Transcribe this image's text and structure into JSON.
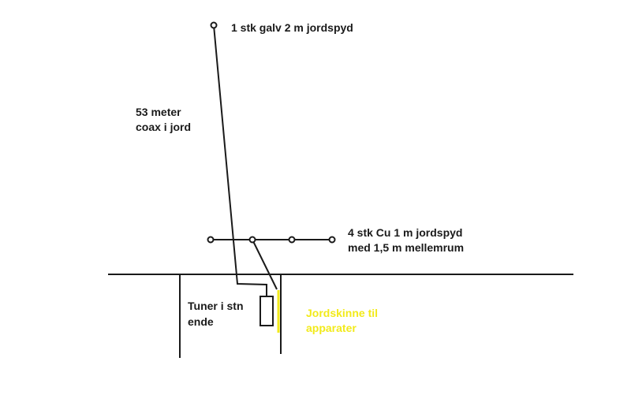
{
  "labels": {
    "top_rod": "1 stk galv  2 m jordspyd",
    "coax_line1": "53 meter",
    "coax_line2": "coax i jord",
    "cu_rods_line1": "4 stk Cu 1 m jordspyd",
    "cu_rods_line2": "med 1,5 m mellemrum",
    "tuner_line1": "Tuner i stn",
    "tuner_line2": "ende",
    "rail_line1": "Jordskinne til",
    "rail_line2": "apparater"
  },
  "colors": {
    "ink": "#1a1a1a",
    "rail": "#f2ea1a",
    "background": "#ffffff"
  }
}
